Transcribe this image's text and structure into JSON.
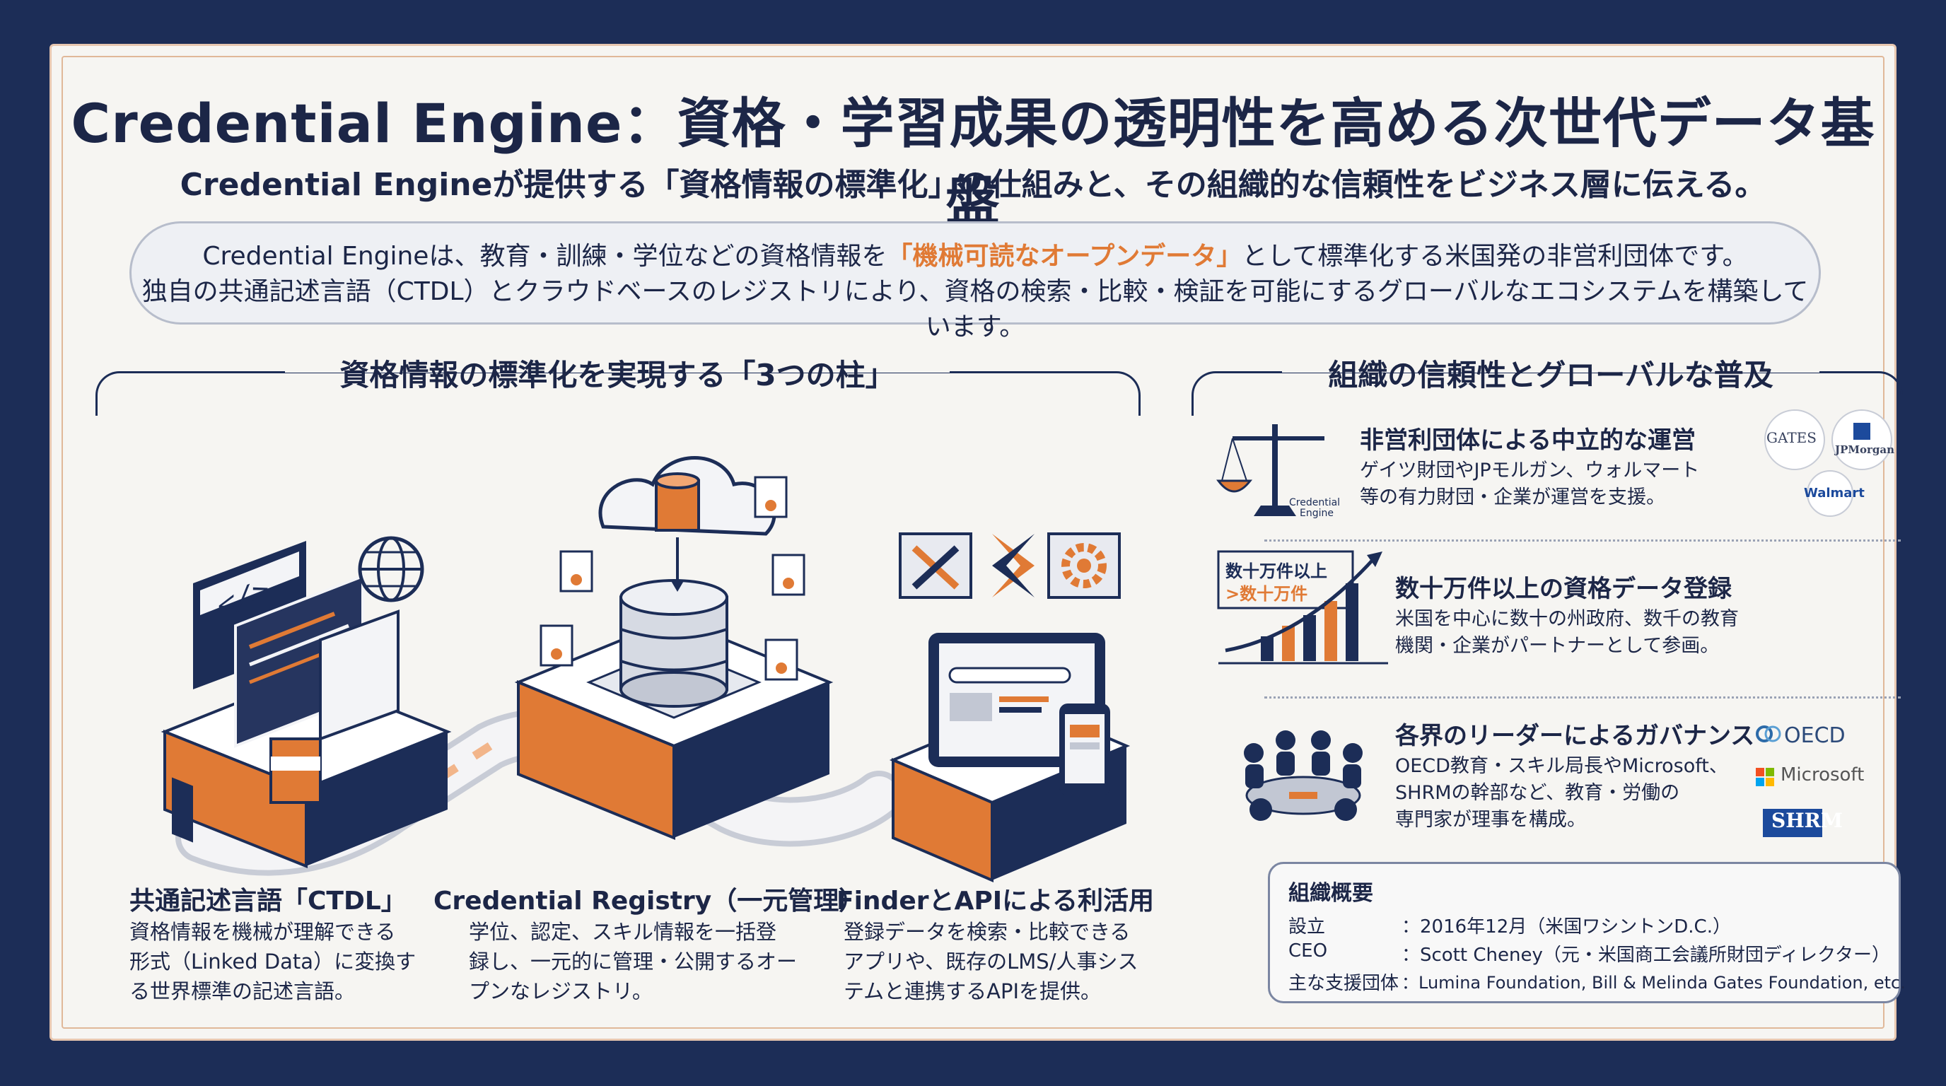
{
  "header": {
    "title": "Credential Engine：資格・学習成果の透明性を高める次世代データ基盤",
    "subtitle": "Credential Engineが提供する「資格情報の標準化」の仕組みと、その組織的な信頼性をビジネス層に伝える。"
  },
  "intro": {
    "line1_pre": "Credential Engineは、教育・訓練・学位などの資格情報を",
    "line1_highlight": "「機械可読なオープンデータ」",
    "line1_post": "として標準化する米国発の非営利団体です。",
    "line2": "独自の共通記述言語（CTDL）とクラウドベースのレジストリにより、資格の検索・比較・検証を可能にするグローバルなエコシステムを構築しています。"
  },
  "left_section": {
    "heading": "資格情報の標準化を実現する「3つの柱」",
    "pillars": [
      {
        "title": "共通記述言語「CTDL」",
        "desc": [
          "資格情報を機械が理解できる",
          "形式（Linked Data）に変換す",
          "る世界標準の記述言語。"
        ]
      },
      {
        "title": "Credential Registry（一元管理）",
        "desc": [
          "学位、認定、スキル情報を一括登",
          "録し、一元的に管理・公開するオー",
          "プンなレジストリ。"
        ]
      },
      {
        "title": "FinderとAPIによる利活用",
        "desc": [
          "登録データを検索・比較できる",
          "アプリや、既存のLMS/人事シス",
          "テムと連携するAPIを提供。"
        ]
      }
    ],
    "illustration": {
      "code_label": "</>",
      "scale_label": [
        "Credential",
        "Engine"
      ]
    }
  },
  "right_section": {
    "heading": "組織の信頼性とグローバルな普及",
    "rows": [
      {
        "title": "非営利団体による中立的な運営",
        "desc": [
          "ゲイツ財団やJPモルガン、ウォルマート",
          "等の有力財団・企業が運営を支援。"
        ],
        "logos": [
          "GATES",
          "JPMorgan",
          "Walmart"
        ]
      },
      {
        "title": "数十万件以上の資格データ登録",
        "desc": [
          "米国を中心に数十の州政府、数千の教育",
          "機関・企業がパートナーとして参画。"
        ],
        "chart_labels": [
          "数十万件以上",
          ">数十万件"
        ]
      },
      {
        "title": "各界のリーダーによるガバナンス",
        "desc": [
          "OECD教育・スキル局長やMicrosoft、",
          "SHRMの幹部など、教育・労働の",
          "専門家が理事を構成。"
        ],
        "logos": [
          "OECD",
          "Microsoft",
          "SHRM"
        ]
      }
    ],
    "overview": {
      "title": "組織概要",
      "items": [
        {
          "key": "設立",
          "value": "：2016年12月（米国ワシントンD.C.）"
        },
        {
          "key": "CEO",
          "value": "：Scott Cheney（元・米国商工会議所財団ディレクター）"
        },
        {
          "key": "主な支援団体",
          "value": "：Lumina Foundation, Bill & Melinda Gates Foundation, etc."
        }
      ]
    }
  },
  "colors": {
    "navy": "#1c2d57",
    "orange": "#e07a35",
    "background": "#f6f5f2"
  }
}
